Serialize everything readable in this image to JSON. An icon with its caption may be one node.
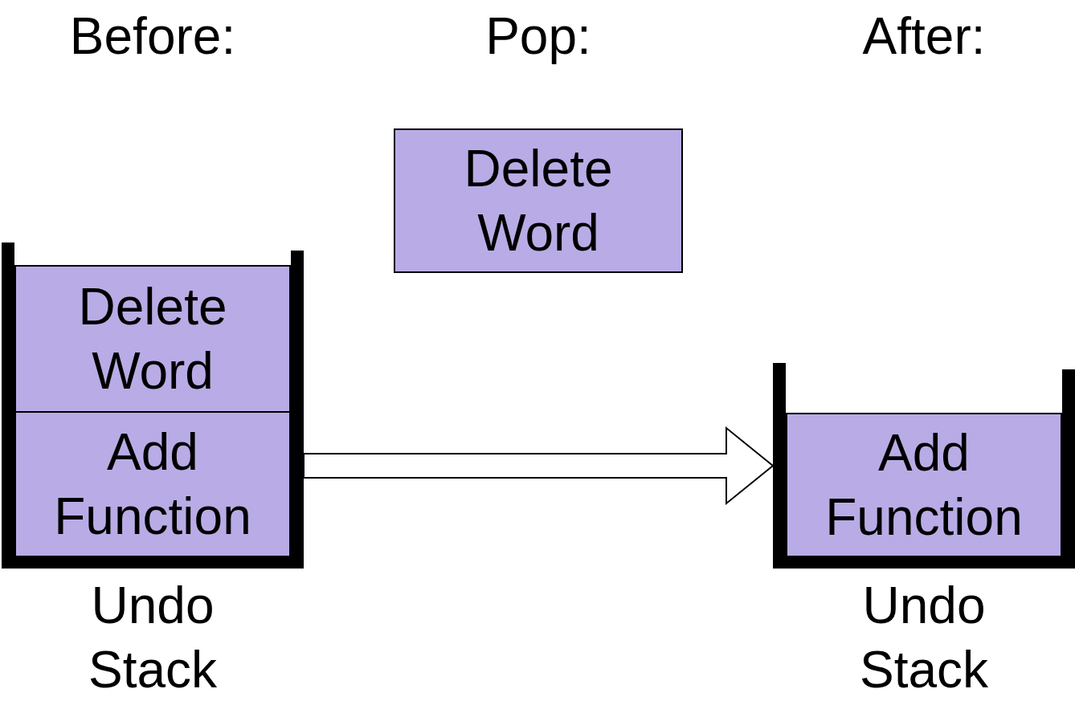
{
  "diagram": {
    "nodes": [
      {
        "text": [
          "Undo Stack"
        ]
      },
      {
        "text": [
          "Delete Word"
        ],
        "in": 0
      },
      {
        "text": [
          "Add Function"
        ],
        "in": 0
      },
      {
        "text": [
          "Delete Word"
        ]
      },
      {
        "text": [
          "Undo Stack"
        ]
      },
      {
        "text": [
          "Add Function"
        ],
        "in": 4
      }
    ],
    "edges": [
      {
        "from": 0,
        "to": 4,
        "arrow": "to"
      }
    ],
    "labels": [
      "Before:",
      "Pop:",
      "After:"
    ]
  }
}
